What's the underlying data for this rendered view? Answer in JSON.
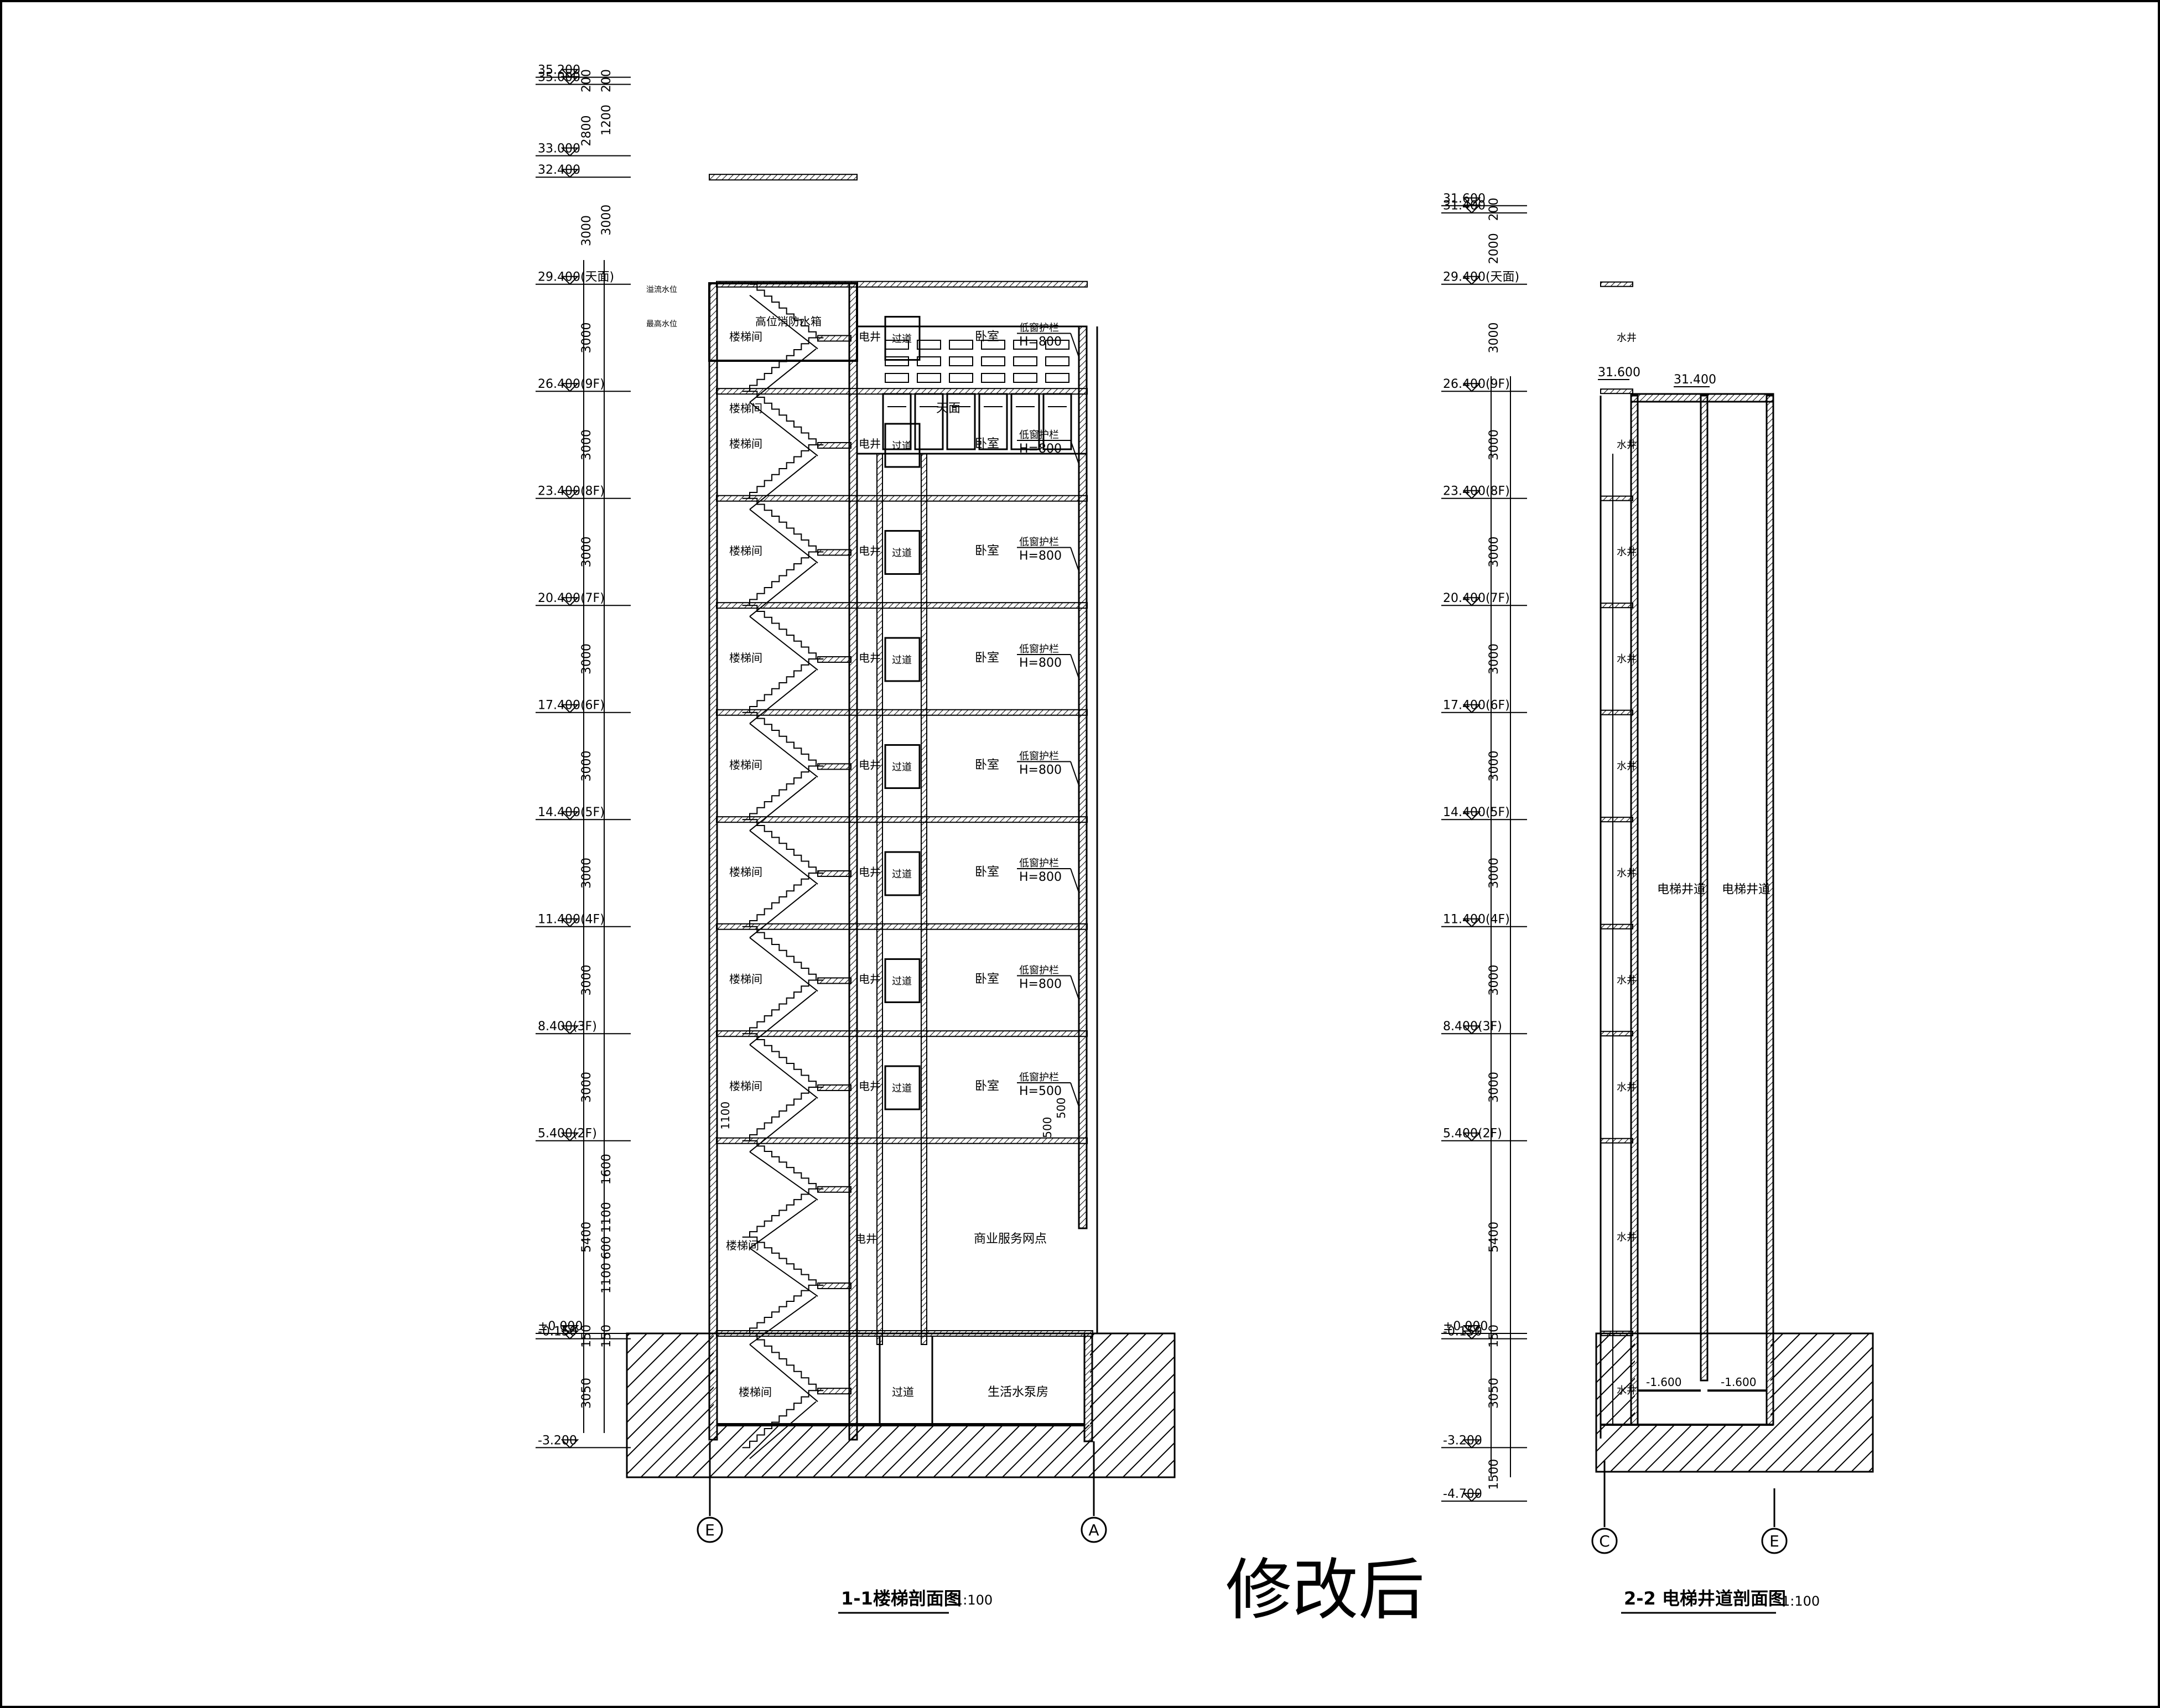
{
  "section1": {
    "title": "1-1楼梯剖面图",
    "scale": "1:100",
    "elevations": [
      {
        "label": "35.200",
        "value": 35.2
      },
      {
        "label": "35.000",
        "value": 35.0
      },
      {
        "label": "33.000",
        "value": 33.0
      },
      {
        "label": "32.400",
        "value": 32.4
      },
      {
        "label": "29.400(天面)",
        "value": 29.4
      },
      {
        "label": "26.400(9F)",
        "value": 26.4
      },
      {
        "label": "23.400(8F)",
        "value": 23.4
      },
      {
        "label": "20.400(7F)",
        "value": 20.4
      },
      {
        "label": "17.400(6F)",
        "value": 17.4
      },
      {
        "label": "14.400(5F)",
        "value": 14.4
      },
      {
        "label": "11.400(4F)",
        "value": 11.4
      },
      {
        "label": "8.400(3F)",
        "value": 8.4
      },
      {
        "label": "5.400(2F)",
        "value": 5.4
      },
      {
        "label": "±0.000",
        "value": 0.0
      },
      {
        "label": "-0.150",
        "value": -0.15
      },
      {
        "label": "-3.200",
        "value": -3.2
      }
    ],
    "dims": [
      "200",
      "2800",
      "3000",
      "3000",
      "3000",
      "3000",
      "3000",
      "3000",
      "3000",
      "3000",
      "3000",
      "5400",
      "150",
      "3050"
    ],
    "dims_inner": [
      "200",
      "1200",
      "3000",
      "1600",
      "1100",
      "600",
      "1100",
      "150"
    ],
    "room_labels": {
      "stair": "楼梯间",
      "elec_shaft": "电井",
      "corridor": "过道",
      "bedroom": "卧室",
      "sill": "低窗护栏",
      "sill_h": "H=800",
      "sill_h2": "H=500",
      "roof": "天面",
      "tank": "高位消防水箱",
      "shop": "商业服务网点",
      "pump": "生活水泵房",
      "water_level1": "溢流水位",
      "water_level2": "最高水位",
      "small_dim1": "1100",
      "small_dim2": "500",
      "small_dim3": "500"
    },
    "axes": [
      "E",
      "A"
    ]
  },
  "section2": {
    "title": "2-2  电梯井道剖面图",
    "scale": "1:100",
    "elevations": [
      {
        "label": "31.600",
        "value": 31.6
      },
      {
        "label": "31.400",
        "value": 31.4
      },
      {
        "label": "29.400(天面)",
        "value": 29.4
      },
      {
        "label": "26.400(9F)",
        "value": 26.4
      },
      {
        "label": "23.400(8F)",
        "value": 23.4
      },
      {
        "label": "20.400(7F)",
        "value": 20.4
      },
      {
        "label": "17.400(6F)",
        "value": 17.4
      },
      {
        "label": "14.400(5F)",
        "value": 14.4
      },
      {
        "label": "11.400(4F)",
        "value": 11.4
      },
      {
        "label": "8.400(3F)",
        "value": 8.4
      },
      {
        "label": "5.400(2F)",
        "value": 5.4
      },
      {
        "label": "±0.000",
        "value": 0.0
      },
      {
        "label": "-0.150",
        "value": -0.15
      },
      {
        "label": "-3.200",
        "value": -3.2
      },
      {
        "label": "-4.700",
        "value": -4.7
      }
    ],
    "dims": [
      "200",
      "2000",
      "3000",
      "3000",
      "3000",
      "3000",
      "3000",
      "3000",
      "3000",
      "3000",
      "5400",
      "150",
      "3050",
      "1500"
    ],
    "top_labels": [
      "31.600",
      "31.400"
    ],
    "room_labels": {
      "water_shaft": "水井",
      "lift1": "电梯井道",
      "lift2": "电梯井道",
      "pit1": "-1.600",
      "pit2": "-1.600"
    },
    "axes": [
      "C",
      "E"
    ]
  },
  "note": "修改后"
}
